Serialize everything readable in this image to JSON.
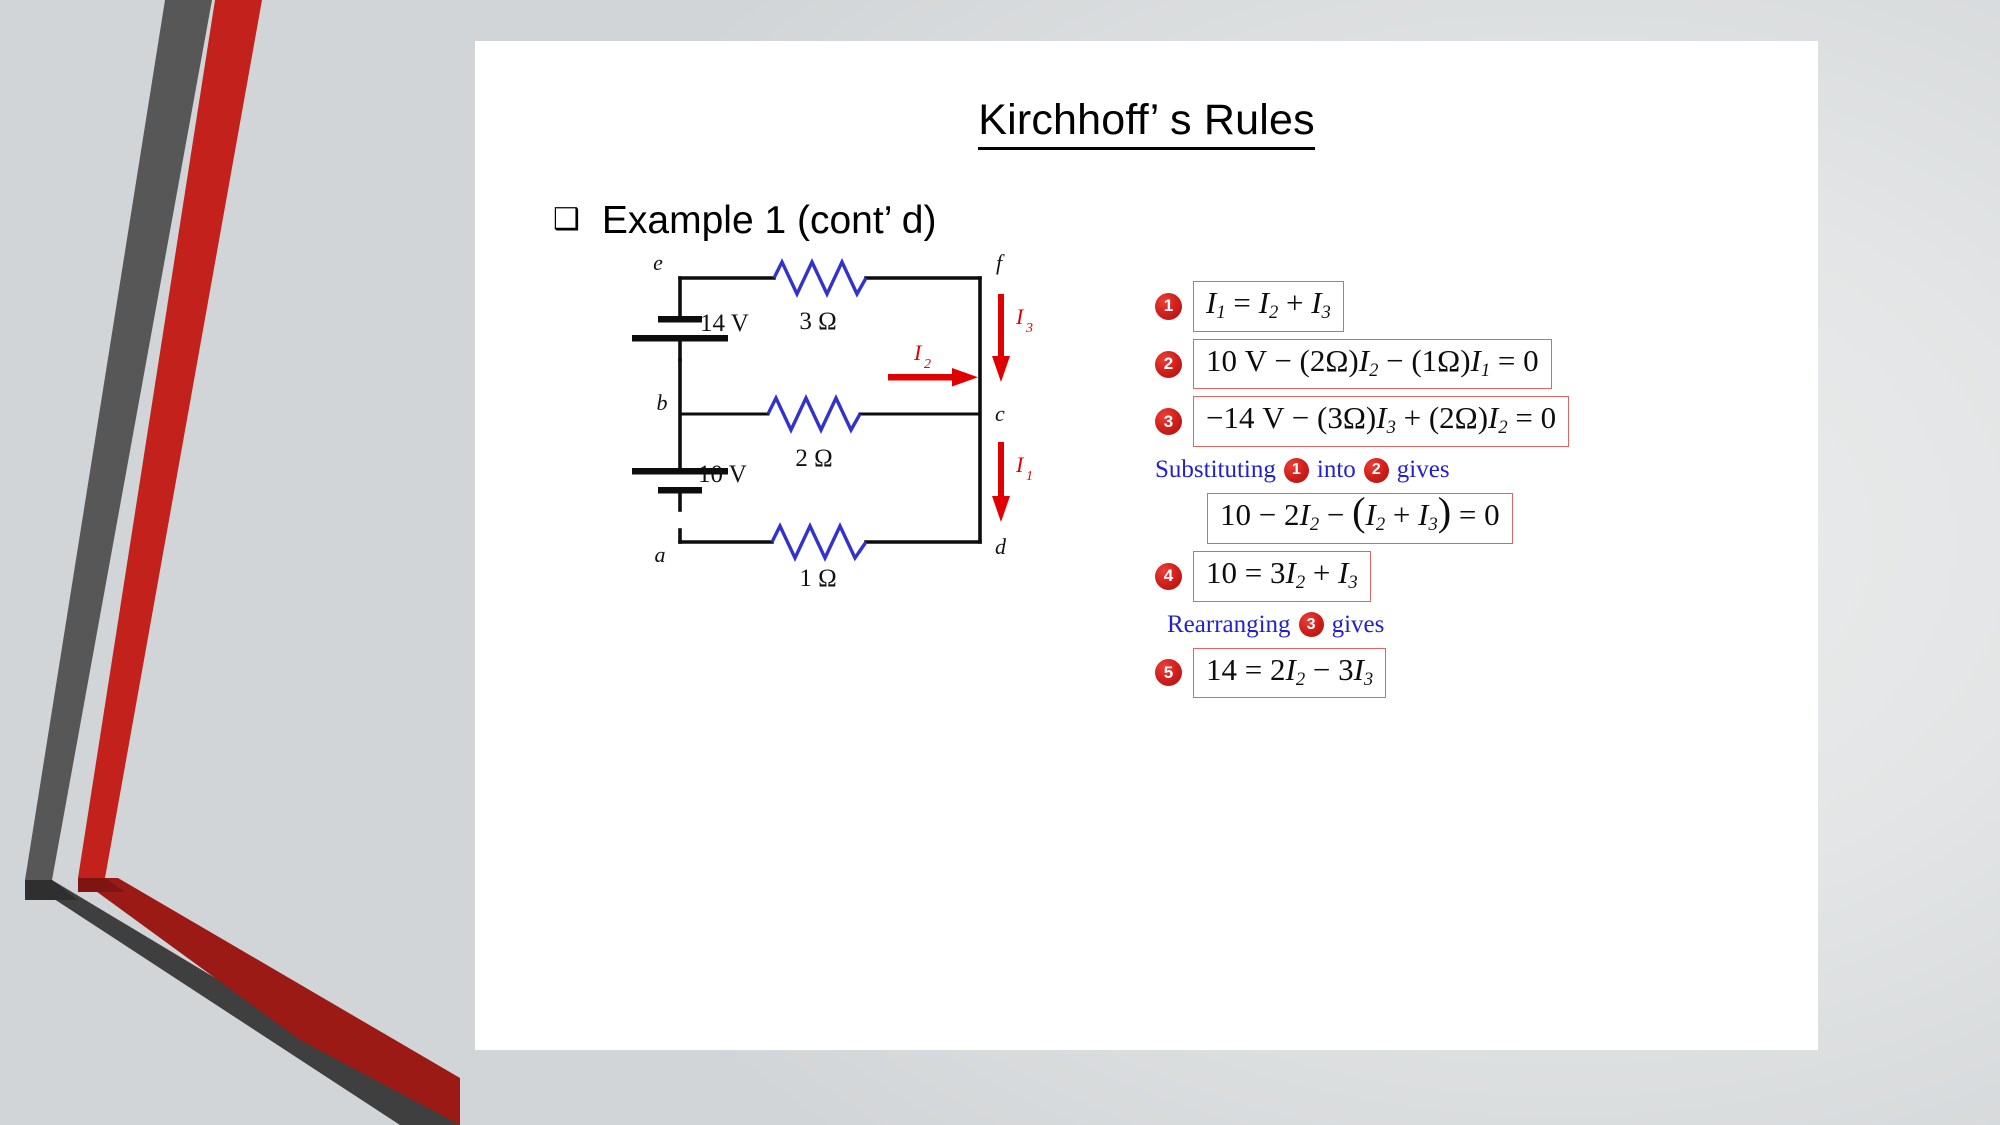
{
  "slide": {
    "title": "Kirchhoff’ s Rules",
    "bullet_marker": "❑",
    "bullet_text": "Example 1 (cont’ d)"
  },
  "theme": {
    "ribbon_gray": "#575757",
    "ribbon_gray_dark": "#3f3f3f",
    "ribbon_red": "#C2211C",
    "ribbon_red_dark": "#9c1a16",
    "panel_bg": "#ffffff",
    "accent_red": "#d2201c",
    "note_blue": "#2222cc",
    "resistor_blue": "#3333cc",
    "current_red": "#e00000"
  },
  "circuit": {
    "node_labels": [
      "e",
      "f",
      "b",
      "c",
      "a",
      "d"
    ],
    "sources": [
      {
        "label": "14 V",
        "branch": "top-left"
      },
      {
        "label": "10 V",
        "branch": "bottom-left"
      }
    ],
    "resistors": [
      {
        "label": "3 Ω",
        "branch": "top"
      },
      {
        "label": "2 Ω",
        "branch": "middle"
      },
      {
        "label": "1 Ω",
        "branch": "bottom"
      }
    ],
    "currents": [
      {
        "symbol": "I",
        "sub": "2",
        "direction": "right",
        "branch": "middle"
      },
      {
        "symbol": "I",
        "sub": "3",
        "direction": "down",
        "branch": "right-upper"
      },
      {
        "symbol": "I",
        "sub": "1",
        "direction": "down",
        "branch": "right-lower"
      }
    ]
  },
  "equations": [
    {
      "number": "❶",
      "num_digit": "1",
      "html": "<i>I</i><sub>1</sub> = <i>I</i><sub>2</sub> + <i>I</i><sub>3</sub>",
      "plain": "I1 = I2 + I3"
    },
    {
      "number": "❷",
      "num_digit": "2",
      "html": "10 V − (2Ω)<i>I</i><sub>2</sub> − (1Ω)<i>I</i><sub>1</sub> = 0",
      "plain": "10 V - (2Ω)I2 - (1Ω)I1 = 0"
    },
    {
      "number": "❸",
      "num_digit": "3",
      "html": "−14 V − (3Ω)<i>I</i><sub>3</sub> + (2Ω)<i>I</i><sub>2</sub> = 0",
      "plain": "-14 V - (3Ω)I3 + (2Ω)I2 = 0"
    },
    {
      "number": "",
      "num_digit": "",
      "html": "10 − 2<i>I</i><sub>2</sub> − <span style=\"font-size:1.25em;line-height:0\">(</span><i>I</i><sub>2</sub> + <i>I</i><sub>3</sub><span style=\"font-size:1.25em;line-height:0\">)</span> = 0",
      "plain": "10 - 2I2 - (I2 + I3) = 0"
    },
    {
      "number": "❹",
      "num_digit": "4",
      "html": "10 = 3<i>I</i><sub>2</sub> + <i>I</i><sub>3</sub>",
      "plain": "10 = 3I2 + I3"
    },
    {
      "number": "❺",
      "num_digit": "5",
      "html": "14 = 2<i>I</i><sub>2</sub> − 3<i>I</i><sub>3</sub>",
      "plain": "14 = 2I2 - 3I3"
    }
  ],
  "notes": {
    "substituting_pre": "Substituting",
    "substituting_badge_a": "1",
    "substituting_mid": "into",
    "substituting_badge_b": "2",
    "substituting_post": "gives",
    "rearranging_pre": "Rearranging",
    "rearranging_badge": "3",
    "rearranging_post": "gives"
  }
}
